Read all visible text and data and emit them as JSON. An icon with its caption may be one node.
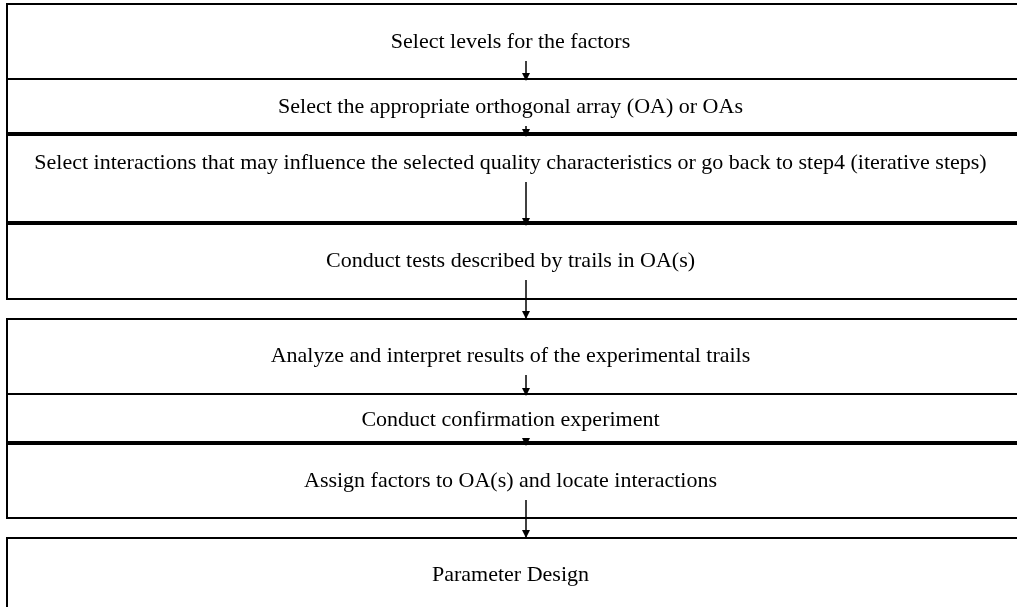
{
  "diagram": {
    "nodes": [
      {
        "text": [
          "Select levels for the factors"
        ]
      },
      {
        "text": [
          "Select the appropriate orthogonal array (OA) or OAs"
        ]
      },
      {
        "text": [
          "Select interactions that may influence the selected quality characteristics or go back to step4 (iterative steps)"
        ]
      },
      {
        "text": [
          "Conduct tests described by trails in OA(s)"
        ]
      },
      {
        "text": [
          "Analyze and interpret results of the experimental trails"
        ]
      },
      {
        "text": [
          "Conduct confirmation experiment"
        ]
      },
      {
        "text": [
          "Assign factors to OA(s) and locate interactions"
        ]
      },
      {
        "text": [
          "Parameter Design"
        ]
      }
    ],
    "edges": [
      {
        "from": 0,
        "to": 1,
        "arrow": "to"
      },
      {
        "from": 1,
        "to": 2,
        "arrow": "to"
      },
      {
        "from": 2,
        "to": 3,
        "arrow": "to"
      },
      {
        "from": 3,
        "to": 4,
        "arrow": "to"
      },
      {
        "from": 4,
        "to": 5,
        "arrow": "to"
      },
      {
        "from": 5,
        "to": 6,
        "arrow": "to"
      },
      {
        "from": 6,
        "to": 7,
        "arrow": "to"
      }
    ]
  }
}
